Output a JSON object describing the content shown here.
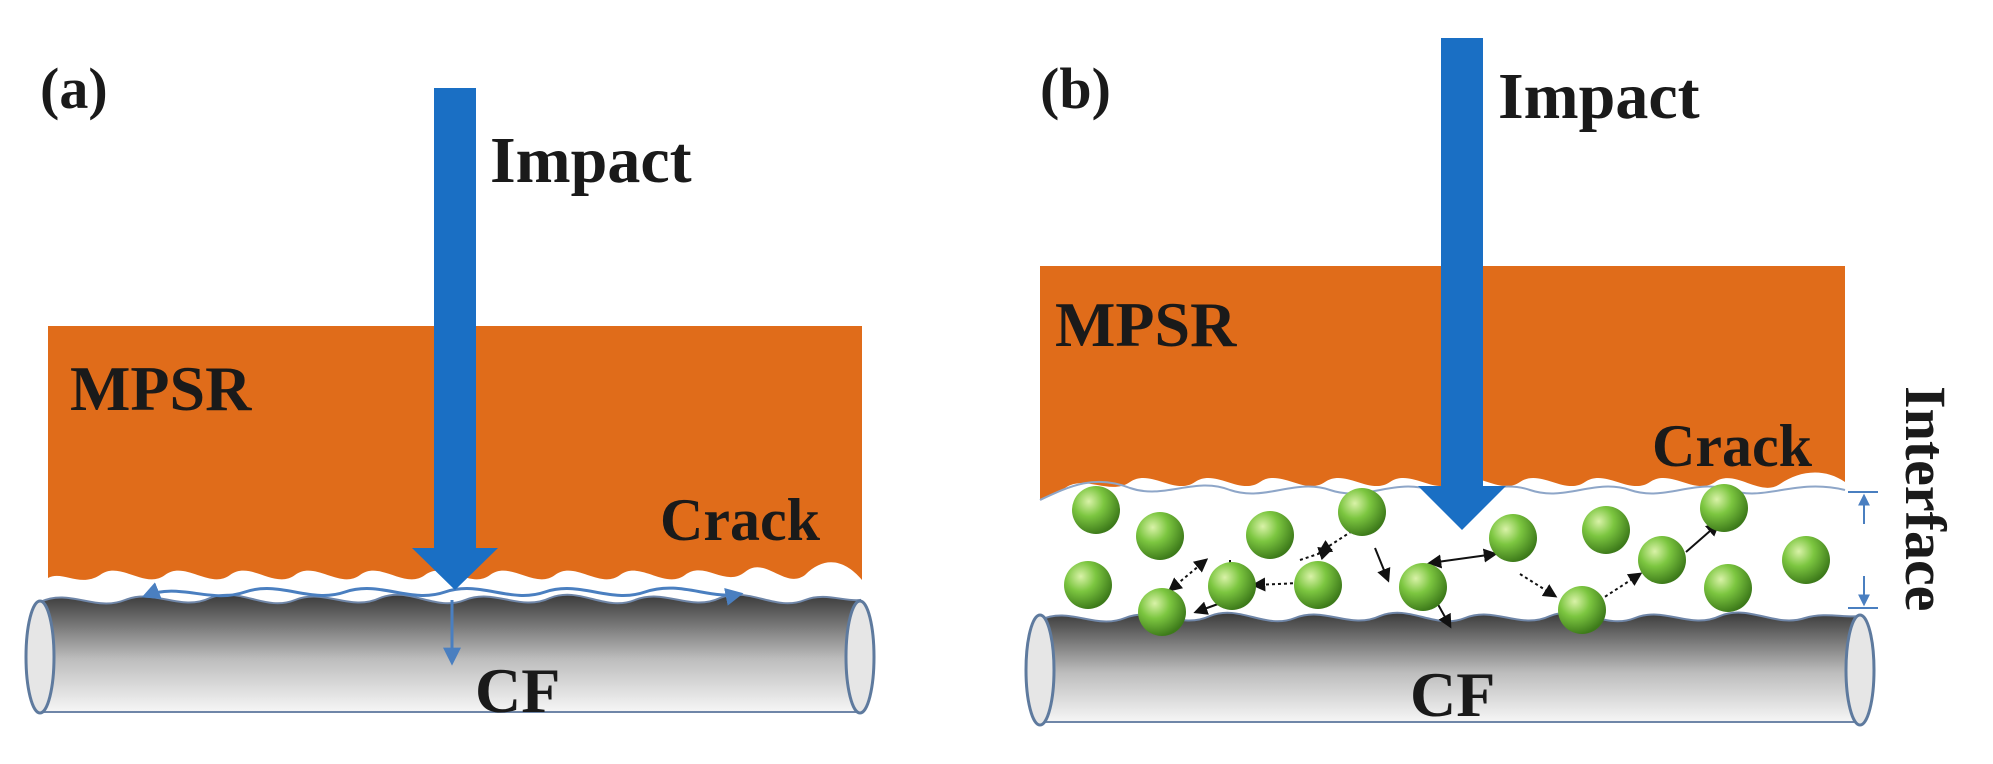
{
  "panel_a": {
    "label": "(a)",
    "impact": "Impact",
    "matrix": "MPSR",
    "crack": "Crack",
    "fiber": "CF"
  },
  "panel_b": {
    "label": "(b)",
    "impact": "Impact",
    "matrix": "MPSR",
    "crack": "Crack",
    "fiber": "CF",
    "interface": "Interface"
  },
  "colors": {
    "matrix": "#e06c1a",
    "arrow": "#1a6fc4",
    "particle": "#6fbf3a",
    "fiber_dark": "#333333",
    "fiber_light": "#f4f4f4",
    "text": "#1a1a1a"
  }
}
